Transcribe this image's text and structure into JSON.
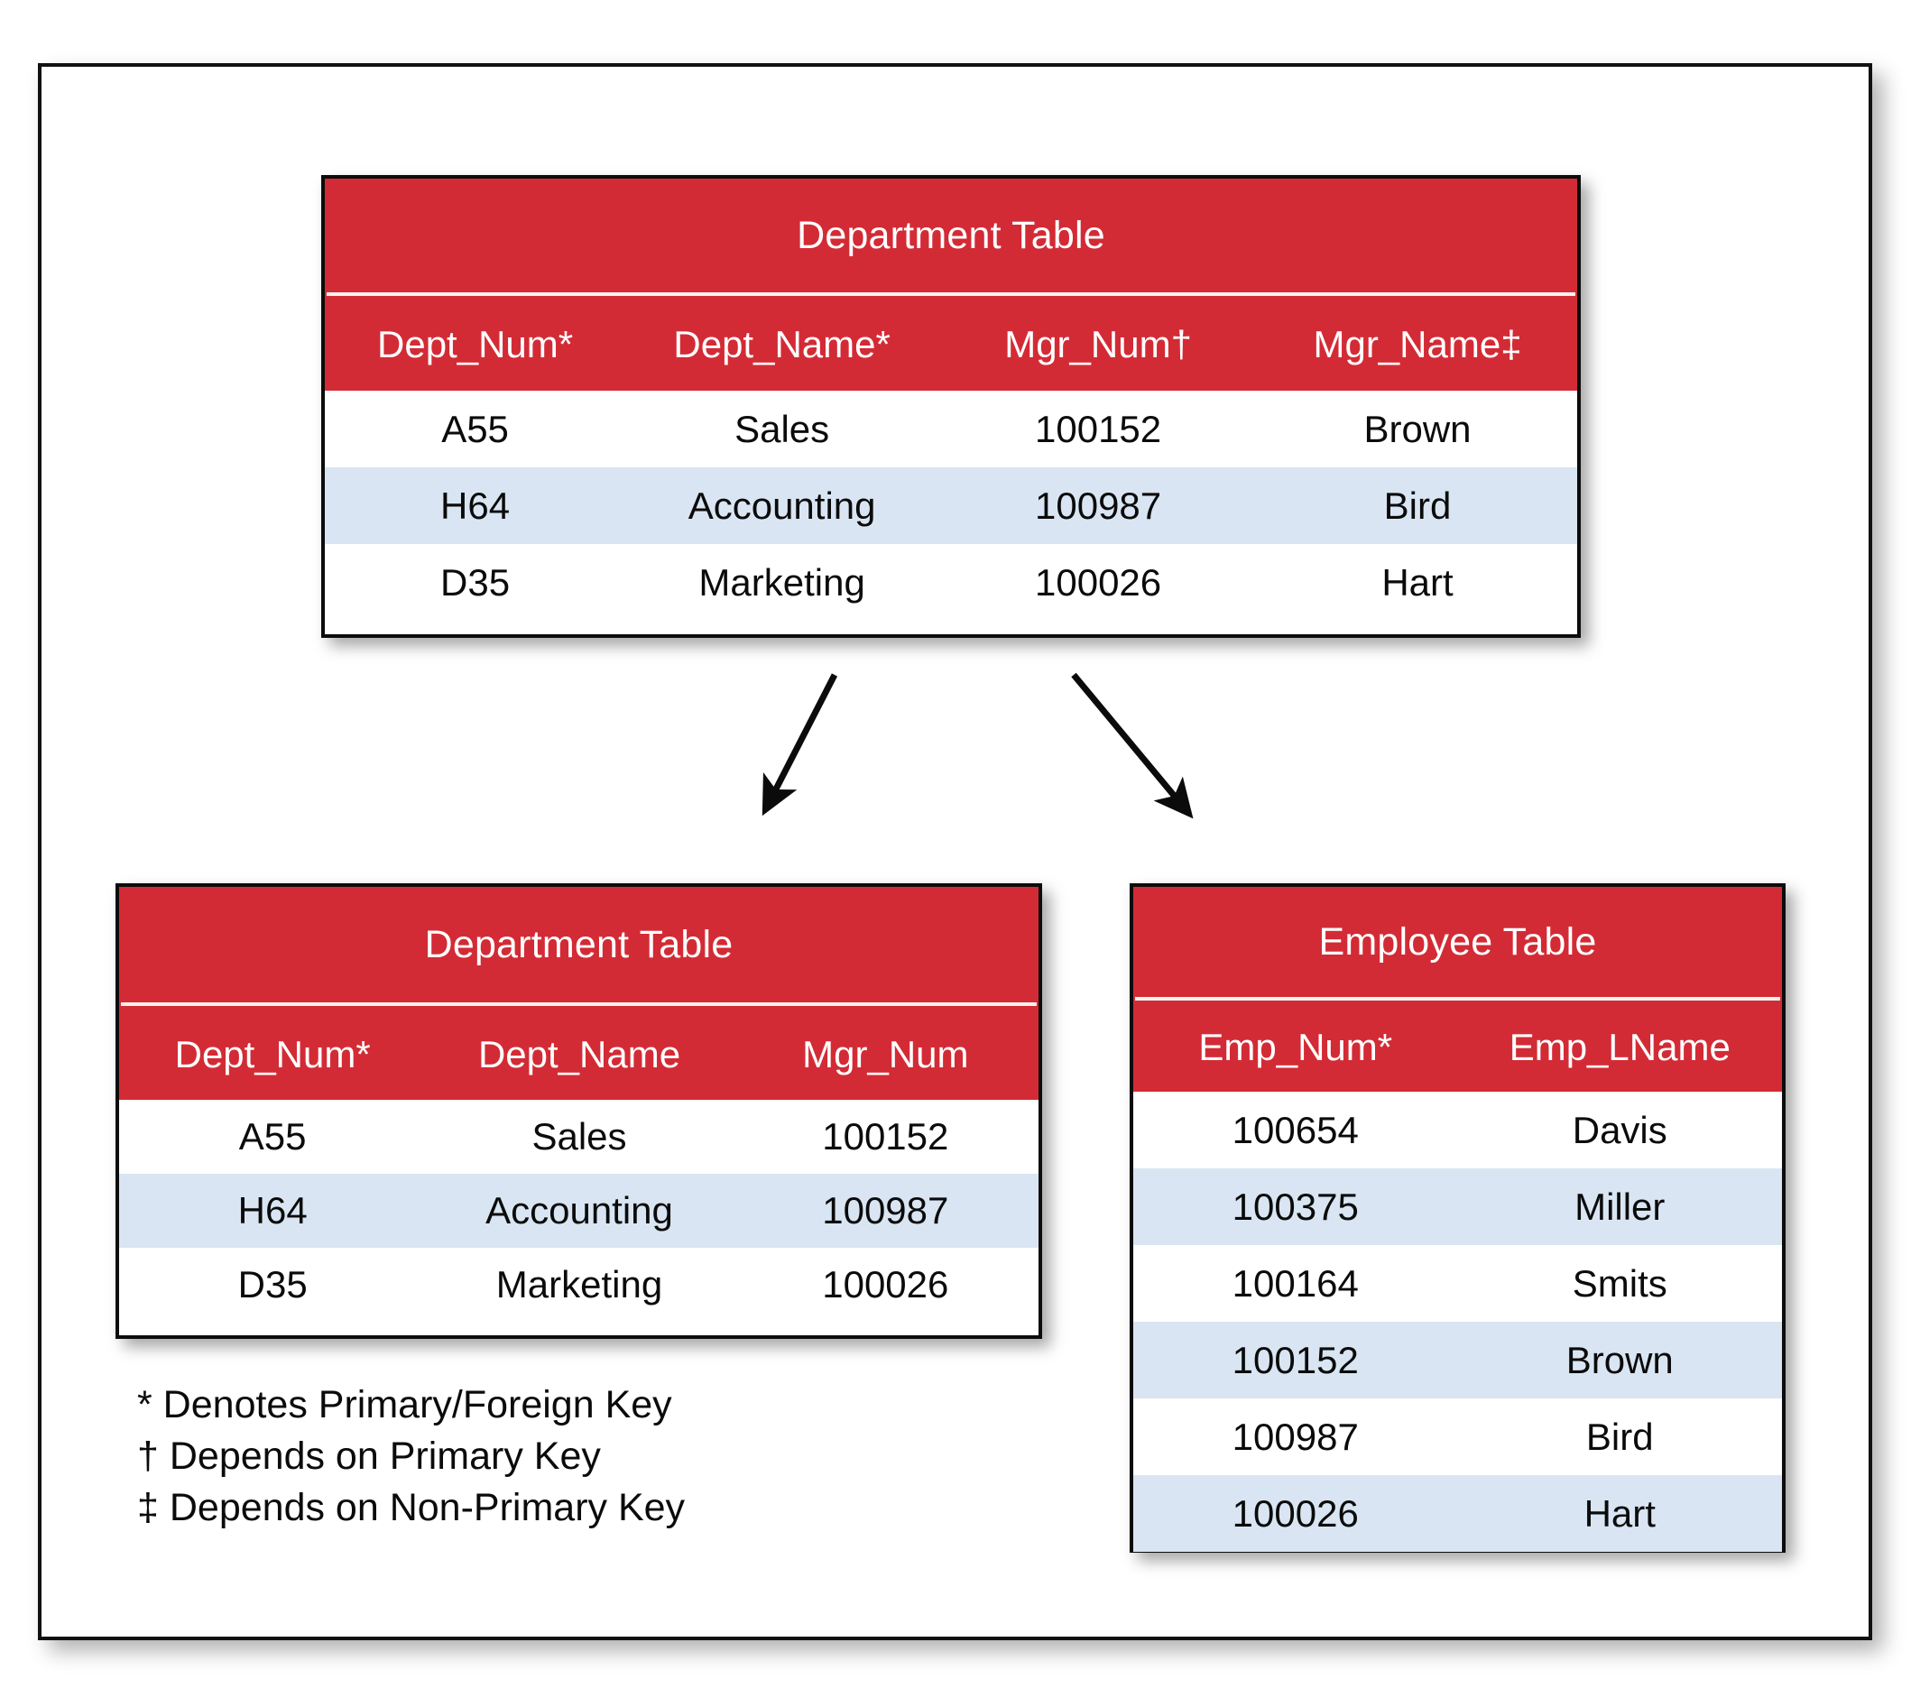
{
  "figure": {
    "title_top_table": "Department Table",
    "title_dept_table": "Department Table",
    "title_emp_table": "Employee Table"
  },
  "colors": {
    "header_red": "#D32B35",
    "alt_row_blue": "#D9E5F2",
    "frame_black": "#0C0C0C",
    "text_black": "#0B0B0B",
    "text_white": "#FFFFFF"
  },
  "top_table": {
    "title": "Department Table",
    "columns": [
      "Dept_Num*",
      "Dept_Name*",
      "Mgr_Num†",
      "Mgr_Name‡"
    ],
    "rows": [
      [
        "A55",
        "Sales",
        "100152",
        "Brown"
      ],
      [
        "H64",
        "Accounting",
        "100987",
        "Bird"
      ],
      [
        "D35",
        "Marketing",
        "100026",
        "Hart"
      ]
    ]
  },
  "dept_table": {
    "title": "Department Table",
    "columns": [
      "Dept_Num*",
      "Dept_Name",
      "Mgr_Num"
    ],
    "rows": [
      [
        "A55",
        "Sales",
        "100152"
      ],
      [
        "H64",
        "Accounting",
        "100987"
      ],
      [
        "D35",
        "Marketing",
        "100026"
      ]
    ]
  },
  "emp_table": {
    "title": "Employee Table",
    "columns": [
      "Emp_Num*",
      "Emp_LName"
    ],
    "rows": [
      [
        "100654",
        "Davis"
      ],
      [
        "100375",
        "Miller"
      ],
      [
        "100164",
        "Smits"
      ],
      [
        "100152",
        "Brown"
      ],
      [
        "100987",
        "Bird"
      ],
      [
        "100026",
        "Hart"
      ]
    ]
  },
  "legend": {
    "lines": [
      "* Denotes Primary/Foreign Key",
      "† Depends on Primary Key",
      "‡ Depends on Non-Primary Key"
    ]
  },
  "arrows": [
    {
      "name": "arrow-to-department-table",
      "from": [
        925,
        748
      ],
      "to": [
        845,
        900
      ]
    },
    {
      "name": "arrow-to-employee-table",
      "from": [
        1190,
        748
      ],
      "to": [
        1322,
        905
      ]
    }
  ]
}
